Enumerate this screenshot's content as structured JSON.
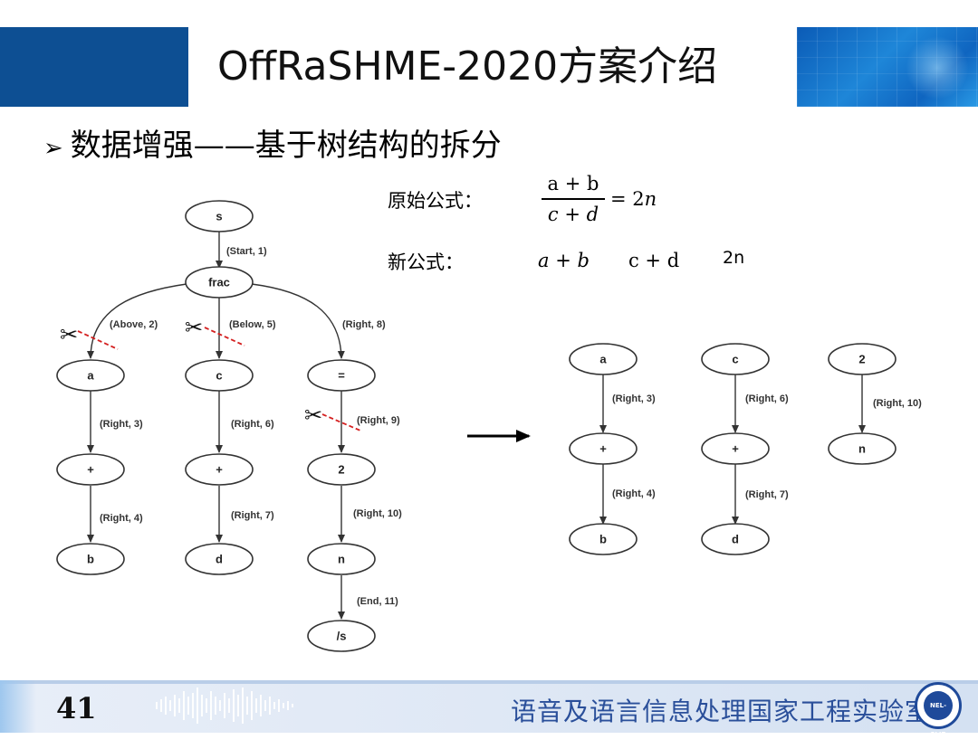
{
  "header": {
    "title": "OffRaSHME-2020方案介绍"
  },
  "bullet": {
    "marker": "➢",
    "text": "数据增强——基于树结构的拆分"
  },
  "formulas": {
    "original_label": "原始公式：",
    "original_numerator": "a + b",
    "original_denominator": "c + d",
    "original_rhs_eq": "= 2",
    "original_rhs_var": "n",
    "new_label": "新公式：",
    "new_parts": [
      "a + b",
      "c + d",
      "2n"
    ]
  },
  "tree": {
    "nodes": [
      "s",
      "frac",
      "a",
      "+",
      "b",
      "c",
      "+",
      "d",
      "=",
      "2",
      "n",
      "/s"
    ],
    "edges": [
      {
        "from": "s",
        "to": "frac",
        "label": "(Start, 1)"
      },
      {
        "from": "frac",
        "to": "a",
        "label": "(Above, 2)",
        "cut": true
      },
      {
        "from": "frac",
        "to": "c",
        "label": "(Below, 5)",
        "cut": true
      },
      {
        "from": "frac",
        "to": "=",
        "label": "(Right, 8)"
      },
      {
        "from": "a",
        "to": "+",
        "label": "(Right, 3)"
      },
      {
        "from": "+",
        "to": "b",
        "label": "(Right, 4)"
      },
      {
        "from": "c",
        "to": "+",
        "label": "(Right, 6)"
      },
      {
        "from": "+",
        "to": "d",
        "label": "(Right, 7)"
      },
      {
        "from": "=",
        "to": "2",
        "label": "(Right, 9)",
        "cut": true
      },
      {
        "from": "2",
        "to": "n",
        "label": "(Right, 10)"
      },
      {
        "from": "n",
        "to": "/s",
        "label": "(End, 11)"
      }
    ]
  },
  "subtrees": [
    {
      "nodes": [
        "a",
        "+",
        "b"
      ],
      "labels": [
        "(Right, 3)",
        "(Right, 4)"
      ]
    },
    {
      "nodes": [
        "c",
        "+",
        "d"
      ],
      "labels": [
        "(Right, 6)",
        "(Right, 7)"
      ]
    },
    {
      "nodes": [
        "2",
        "n"
      ],
      "labels": [
        "(Right, 10)"
      ]
    }
  ],
  "footer": {
    "page_number": "41",
    "organization": "语音及语言信息处理国家工程实验室",
    "logo_text": "NEL-SLIP"
  },
  "colors": {
    "banner_blue": "#0d4f93",
    "cut_line": "#d42020",
    "org_text": "#2a4f9a"
  }
}
